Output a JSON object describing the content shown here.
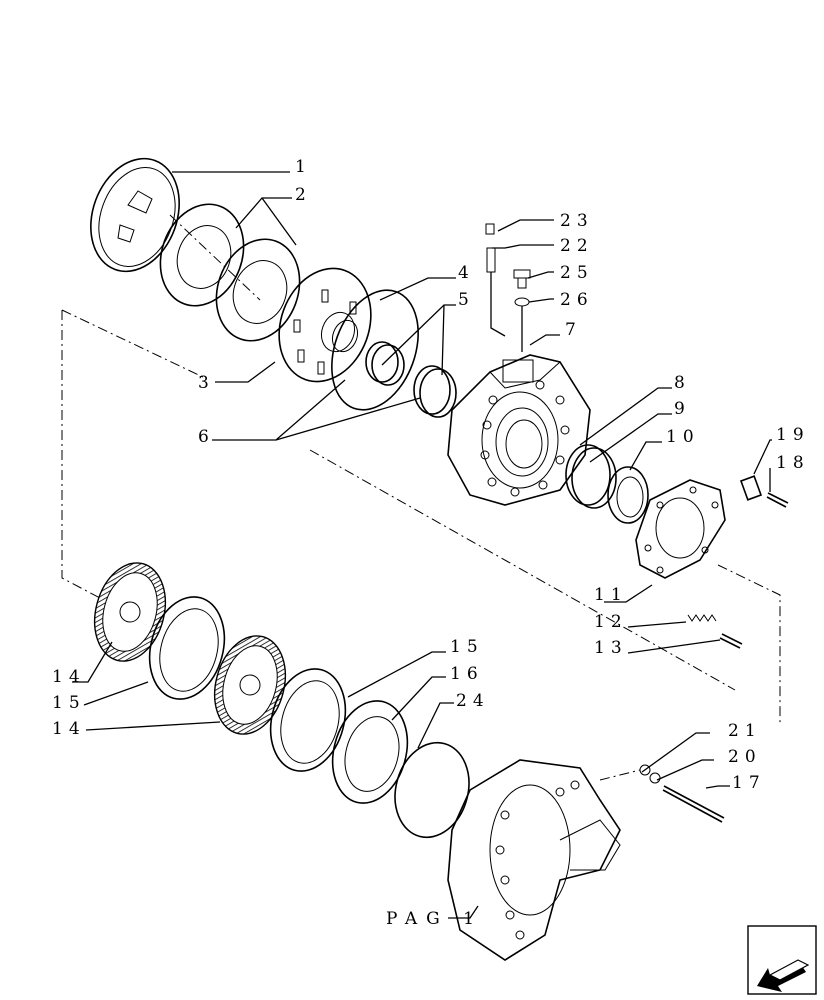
{
  "diagram": {
    "labels": {
      "l1": "1",
      "l2": "2",
      "l3": "3",
      "l4": "4",
      "l5": "5",
      "l6": "6",
      "l7": "7",
      "l8": "8",
      "l9": "9",
      "l10": "10",
      "l11": "11",
      "l12": "12",
      "l13": "13",
      "l14a": "14",
      "l14b": "14",
      "l15a": "15",
      "l15b": "15",
      "l16": "16",
      "l17": "17",
      "l18": "18",
      "l19": "19",
      "l20": "20",
      "l21": "21",
      "l22": "22",
      "l23": "23",
      "l24": "24",
      "l25": "25",
      "l26": "26",
      "pag": "PAG 1"
    }
  },
  "navigation": {
    "next_page_icon": "arrow-next-page-icon"
  }
}
